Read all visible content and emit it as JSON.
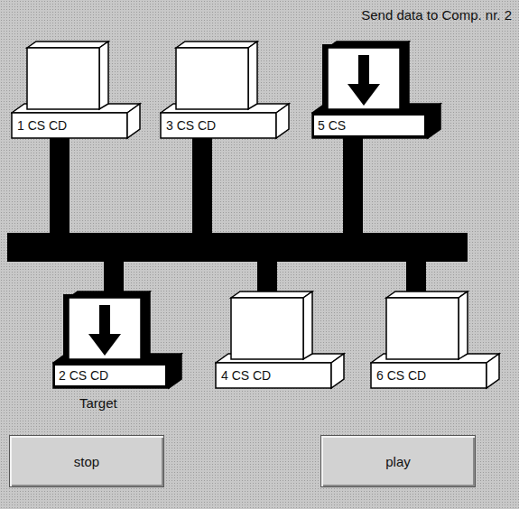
{
  "diagram": {
    "title": "Send data to Comp. nr. 2",
    "nodes": [
      {
        "text": [
          "1 CS CD"
        ]
      },
      {
        "text": [
          "3 CS CD"
        ]
      },
      {
        "text": [
          "5 CS"
        ]
      },
      {
        "text": [
          "2 CS CD"
        ]
      },
      {
        "text": [
          "4 CS CD"
        ]
      },
      {
        "text": [
          "6 CS CD"
        ]
      },
      {
        "text": [
          "stop"
        ]
      },
      {
        "text": [
          "play"
        ]
      }
    ],
    "labels": [
      "Target"
    ]
  }
}
